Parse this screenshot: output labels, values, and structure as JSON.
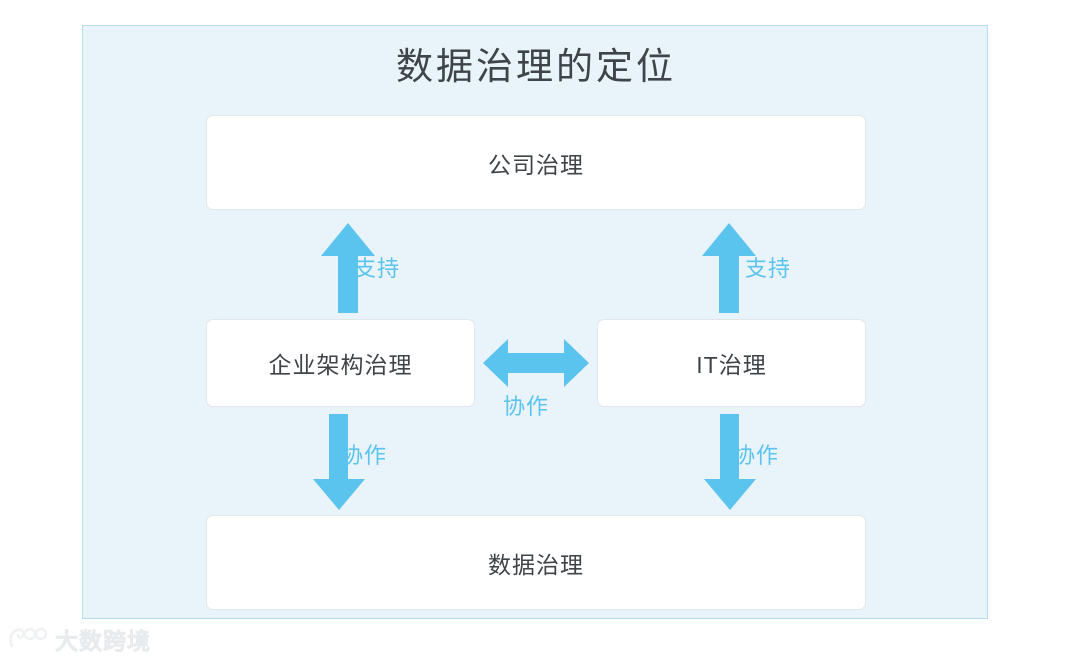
{
  "panel": {
    "background_color": "#e8f3fa",
    "border_color": "#b5dff0"
  },
  "title": "数据治理的定位",
  "accent_color": "#5bc4ee",
  "text_color": "#3f4448",
  "nodes": {
    "corporate": "公司治理",
    "enterprise_architecture": "企业架构治理",
    "it": "IT治理",
    "data": "数据治理"
  },
  "arrow_labels": {
    "support_left": "支持",
    "support_right": "支持",
    "collaborate_left": "协作",
    "collaborate_right": "协作",
    "collaborate_middle": "协作"
  },
  "watermark": {
    "text": "大数跨境",
    "color": "#e4e7ea"
  }
}
